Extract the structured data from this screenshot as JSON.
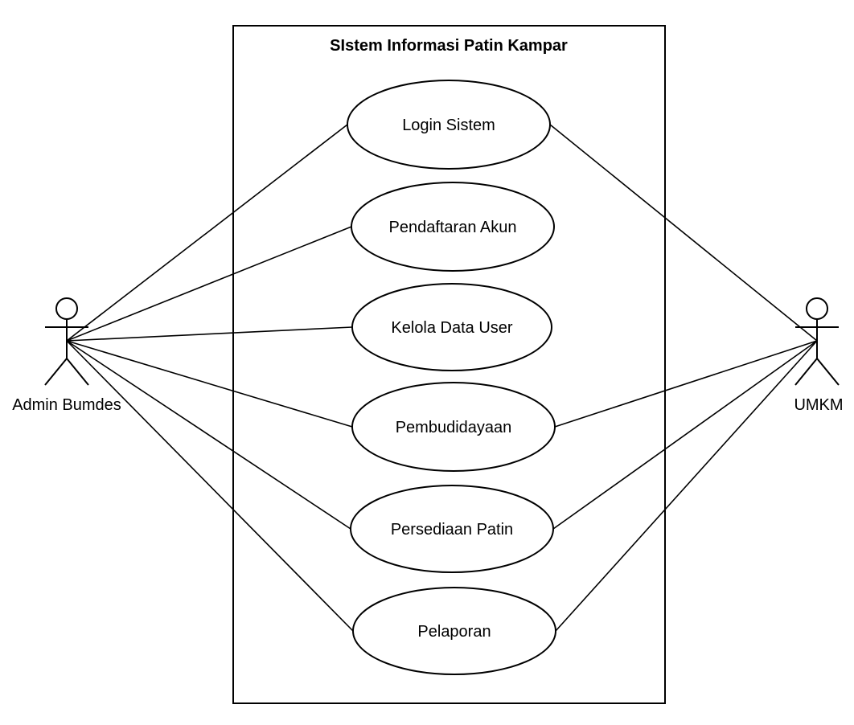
{
  "system": {
    "title": "SIstem Informasi Patin Kampar"
  },
  "actors": [
    {
      "id": "admin",
      "label": "Admin Bumdes"
    },
    {
      "id": "umkm",
      "label": "UMKM"
    }
  ],
  "use_cases": [
    {
      "id": "login",
      "label": "Login Sistem"
    },
    {
      "id": "pendaftaran",
      "label": "Pendaftaran Akun"
    },
    {
      "id": "kelola",
      "label": "Kelola Data User"
    },
    {
      "id": "pembudidayaan",
      "label": "Pembudidayaan"
    },
    {
      "id": "persediaan",
      "label": "Persediaan Patin"
    },
    {
      "id": "pelaporan",
      "label": "Pelaporan"
    }
  ],
  "associations": [
    {
      "actor": "admin",
      "use_case": "login"
    },
    {
      "actor": "admin",
      "use_case": "pendaftaran"
    },
    {
      "actor": "admin",
      "use_case": "kelola"
    },
    {
      "actor": "admin",
      "use_case": "pembudidayaan"
    },
    {
      "actor": "admin",
      "use_case": "persediaan"
    },
    {
      "actor": "admin",
      "use_case": "pelaporan"
    },
    {
      "actor": "umkm",
      "use_case": "login"
    },
    {
      "actor": "umkm",
      "use_case": "pembudidayaan"
    },
    {
      "actor": "umkm",
      "use_case": "persediaan"
    },
    {
      "actor": "umkm",
      "use_case": "pelaporan"
    }
  ]
}
